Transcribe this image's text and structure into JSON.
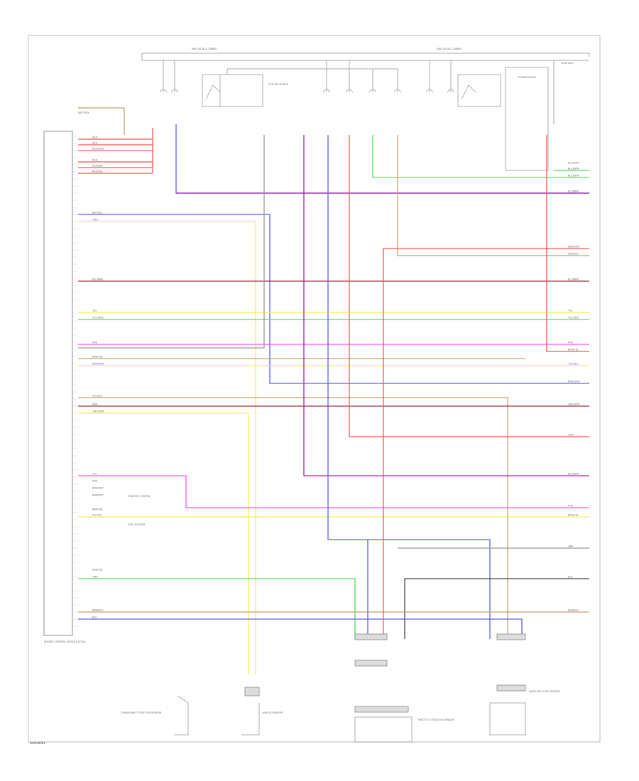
{
  "footer_code": "W0040001",
  "colors": {
    "blue": "#5c5cff",
    "purple": "#a020b0",
    "red": "#ff5050",
    "yellow": "#f0f050",
    "green": "#50e050",
    "pink": "#ff50ff",
    "tan": "#c8a060",
    "gray": "#999999",
    "black": "#444444"
  },
  "labels": {
    "hot_at_all_times_1": "HOT AT ALL TIMES",
    "hot_at_all_times_2": "HOT AT ALL TIMES",
    "fuse_box_right": "FUSE BOX",
    "engine_control_module": "ENGINE CONTROL MODULE (ECM)",
    "ecm_relay_box": "ECM RELAY BOX",
    "power_relay": "POWER RELAY",
    "battery": "BATTERY",
    "ecm_left_label": "ENGINE CONTROL MODULE (ECM)",
    "starter_system": "STARTER SYSTEM",
    "fuel_system": "FUEL SYSTEM",
    "bottom_crankshaft": "CRANKSHAFT POSITION SENSOR",
    "bottom_knock": "KNOCK SENSOR",
    "bottom_throttle": "THROTTLE POSITION SENSOR",
    "bottom_maf": "MASS AIR FLOW SENSOR"
  },
  "wire_colors_left": [
    "RED",
    "RED",
    "RED/GRN",
    "RED",
    "RED/BLK",
    "RED/BLK",
    "BLU/YEL",
    "GRN",
    "BLU/BRN",
    "YEL",
    "YEL/GRN",
    "PNK",
    "BRN/YEL",
    "BRN/GRN",
    "YEL/BLU",
    "BRN",
    "GRY/GRN",
    "YEL",
    "PNK",
    "BRN/GRY",
    "BRN/GRY",
    "BRN/YEL",
    "YEL/YEL",
    "BRN/YEL",
    "GRN",
    "BRN/BLU",
    "BLU"
  ],
  "wire_colors_right": [
    "BLU/GRN",
    "BLK/GRN",
    "BLK/GRN",
    "BLU/BRN",
    "RED/GRN",
    "RED/BLK",
    "BLU/BRN",
    "YEL",
    "YEL/GRN",
    "PNK",
    "BRN/YEL",
    "YEL/BLU",
    "BRN/GRN",
    "GRY/GRN",
    "GRN",
    "BLU/BRN",
    "PNK",
    "BRN/YEL",
    "GRY",
    "BLK",
    "BRN/BLU"
  ]
}
